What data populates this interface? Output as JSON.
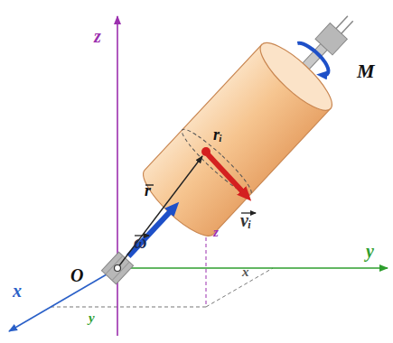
{
  "diagram": {
    "labels": [
      "z",
      "z",
      "y",
      "y",
      "x",
      "x",
      "O",
      "ω",
      "r",
      "rᵢ",
      "vᵢ",
      "M"
    ]
  }
}
